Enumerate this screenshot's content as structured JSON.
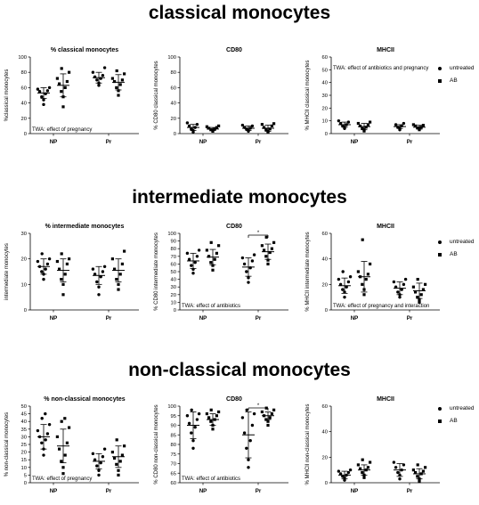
{
  "sections": [
    {
      "title": "classical monocytes"
    },
    {
      "title": "intermediate monocytes"
    },
    {
      "title": "non-classical monocytes"
    }
  ],
  "legend": {
    "items": [
      {
        "label": "untreated",
        "marker": "circle"
      },
      {
        "label": "AB",
        "marker": "square"
      }
    ]
  },
  "chart_data": [
    {
      "type": "scatter",
      "title": "% classical monocytes",
      "ylabel": "%classical monocytes",
      "xlabel": "",
      "ylim": [
        0,
        100
      ],
      "yticks": [
        0,
        20,
        40,
        60,
        80,
        100
      ],
      "groups": [
        "NP",
        "Pr"
      ],
      "series": [
        {
          "name": "untreated",
          "marker": "circle",
          "points": [
            {
              "group": "NP",
              "values": [
                38,
                44,
                48,
                52,
                55,
                56,
                58,
                60
              ],
              "mean": 53,
              "sd": 7
            },
            {
              "group": "Pr",
              "values": [
                63,
                66,
                70,
                72,
                74,
                76,
                80,
                86
              ],
              "mean": 73,
              "sd": 7
            }
          ]
        },
        {
          "name": "AB",
          "marker": "square",
          "points": [
            {
              "group": "NP",
              "values": [
                35,
                48,
                55,
                60,
                65,
                68,
                72,
                80,
                85
              ],
              "mean": 63,
              "sd": 15
            },
            {
              "group": "Pr",
              "values": [
                50,
                56,
                60,
                64,
                68,
                70,
                72,
                78,
                82
              ],
              "mean": 67,
              "sd": 10
            }
          ]
        }
      ],
      "annotation": "TWA: effect of pregnancy",
      "significance": null
    },
    {
      "type": "scatter",
      "title": "CD80",
      "ylabel": "% CD80 classical monocytes",
      "xlabel": "",
      "ylim": [
        0,
        100
      ],
      "yticks": [
        0,
        20,
        40,
        60,
        80,
        100
      ],
      "groups": [
        "NP",
        "Pr"
      ],
      "series": [
        {
          "name": "untreated",
          "marker": "circle",
          "points": [
            {
              "group": "NP",
              "values": [
                2,
                4,
                6,
                8,
                10,
                12,
                14
              ],
              "mean": 8,
              "sd": 4
            },
            {
              "group": "Pr",
              "values": [
                3,
                4,
                6,
                7,
                8,
                10,
                11
              ],
              "mean": 7,
              "sd": 3
            }
          ]
        },
        {
          "name": "AB",
          "marker": "square",
          "points": [
            {
              "group": "NP",
              "values": [
                3,
                4,
                5,
                6,
                7,
                8,
                9,
                10
              ],
              "mean": 6,
              "sd": 2
            },
            {
              "group": "Pr",
              "values": [
                2,
                3,
                5,
                6,
                8,
                10,
                12,
                13
              ],
              "mean": 7,
              "sd": 4
            }
          ]
        }
      ],
      "annotation": "",
      "significance": null
    },
    {
      "type": "scatter",
      "title": "MHCII",
      "ylabel": "% MHCII classical monocytes",
      "xlabel": "",
      "ylim": [
        0,
        60
      ],
      "yticks": [
        0,
        10,
        20,
        30,
        40,
        50,
        60
      ],
      "groups": [
        "NP",
        "Pr"
      ],
      "series": [
        {
          "name": "untreated",
          "marker": "circle",
          "points": [
            {
              "group": "NP",
              "values": [
                4,
                5,
                6,
                7,
                8,
                9,
                10
              ],
              "mean": 7,
              "sd": 2
            },
            {
              "group": "Pr",
              "values": [
                3,
                4,
                5,
                6,
                7,
                8
              ],
              "mean": 5.5,
              "sd": 1.5
            }
          ]
        },
        {
          "name": "AB",
          "marker": "square",
          "points": [
            {
              "group": "NP",
              "values": [
                2,
                3,
                4,
                5,
                6,
                7,
                8,
                9
              ],
              "mean": 5.5,
              "sd": 2.5
            },
            {
              "group": "Pr",
              "values": [
                3,
                4,
                4.5,
                5,
                6,
                6.5,
                7
              ],
              "mean": 5,
              "sd": 1.5
            }
          ]
        }
      ],
      "annotation": "TWA: effect of antibiotics and pregnancy",
      "significance": null
    },
    {
      "type": "scatter",
      "title": "% intermediate monocytes",
      "ylabel": "intermediate monocytes",
      "xlabel": "",
      "ylim": [
        0,
        30
      ],
      "yticks": [
        0,
        10,
        20,
        30
      ],
      "groups": [
        "NP",
        "Pr"
      ],
      "series": [
        {
          "name": "untreated",
          "marker": "circle",
          "points": [
            {
              "group": "NP",
              "values": [
                12,
                14,
                15,
                16,
                17,
                18,
                19,
                20,
                22
              ],
              "mean": 17,
              "sd": 3
            },
            {
              "group": "Pr",
              "values": [
                6,
                9,
                11,
                13,
                14,
                15,
                16,
                17
              ],
              "mean": 13.5,
              "sd": 3.5
            }
          ]
        },
        {
          "name": "AB",
          "marker": "square",
          "points": [
            {
              "group": "NP",
              "values": [
                6,
                10,
                12,
                14,
                16,
                18,
                19,
                20,
                22
              ],
              "mean": 15.5,
              "sd": 4.5
            },
            {
              "group": "Pr",
              "values": [
                8,
                10,
                12,
                14,
                16,
                18,
                20,
                23
              ],
              "mean": 15.5,
              "sd": 4.5
            }
          ]
        }
      ],
      "annotation": "",
      "significance": null
    },
    {
      "type": "scatter",
      "title": "CD80",
      "ylabel": "% CD80 intermediate monocytes",
      "xlabel": "",
      "ylim": [
        0,
        100
      ],
      "yticks": [
        0,
        10,
        20,
        30,
        40,
        50,
        60,
        70,
        80,
        90,
        100
      ],
      "groups": [
        "NP",
        "Pr"
      ],
      "series": [
        {
          "name": "untreated",
          "marker": "circle",
          "points": [
            {
              "group": "NP",
              "values": [
                48,
                53,
                58,
                62,
                66,
                70,
                74,
                78
              ],
              "mean": 64,
              "sd": 10
            },
            {
              "group": "Pr",
              "values": [
                36,
                42,
                50,
                55,
                60,
                64,
                68,
                72
              ],
              "mean": 56,
              "sd": 12
            }
          ]
        },
        {
          "name": "AB",
          "marker": "square",
          "points": [
            {
              "group": "NP",
              "values": [
                52,
                58,
                62,
                66,
                70,
                74,
                78,
                84,
                88
              ],
              "mean": 69,
              "sd": 10
            },
            {
              "group": "Pr",
              "values": [
                60,
                65,
                70,
                75,
                78,
                80,
                84,
                88,
                95
              ],
              "mean": 76,
              "sd": 10
            }
          ]
        }
      ],
      "annotation": "TWA: effect of antibiotics",
      "significance": "*"
    },
    {
      "type": "scatter",
      "title": "MHCII",
      "ylabel": "% MHCII intermediate monocytes",
      "xlabel": "",
      "ylim": [
        0,
        60
      ],
      "yticks": [
        0,
        20,
        40,
        60
      ],
      "groups": [
        "NP",
        "Pr"
      ],
      "series": [
        {
          "name": "untreated",
          "marker": "circle",
          "points": [
            {
              "group": "NP",
              "values": [
                10,
                14,
                16,
                18,
                20,
                22,
                24,
                26,
                30
              ],
              "mean": 19,
              "sd": 6
            },
            {
              "group": "Pr",
              "values": [
                10,
                12,
                14,
                16,
                18,
                20,
                22,
                24
              ],
              "mean": 17,
              "sd": 5
            }
          ]
        },
        {
          "name": "AB",
          "marker": "square",
          "points": [
            {
              "group": "NP",
              "values": [
                12,
                16,
                20,
                24,
                26,
                28,
                30,
                36,
                55
              ],
              "mean": 26,
              "sd": 12
            },
            {
              "group": "Pr",
              "values": [
                6,
                8,
                10,
                12,
                14,
                16,
                18,
                20,
                24
              ],
              "mean": 15,
              "sd": 6
            }
          ]
        }
      ],
      "annotation": "TWA: effect of pregnancy and interaction",
      "significance": null
    },
    {
      "type": "scatter",
      "title": "% non-classical monocytes",
      "ylabel": "% non-classical monocytes",
      "xlabel": "",
      "ylim": [
        0,
        50
      ],
      "yticks": [
        0,
        5,
        10,
        15,
        20,
        25,
        30,
        35,
        40,
        45,
        50
      ],
      "groups": [
        "NP",
        "Pr"
      ],
      "series": [
        {
          "name": "untreated",
          "marker": "circle",
          "points": [
            {
              "group": "NP",
              "values": [
                18,
                22,
                26,
                28,
                30,
                32,
                34,
                38,
                42,
                45
              ],
              "mean": 30,
              "sd": 8
            },
            {
              "group": "Pr",
              "values": [
                5,
                8,
                11,
                13,
                15,
                17,
                19,
                22
              ],
              "mean": 14,
              "sd": 5
            }
          ]
        },
        {
          "name": "AB",
          "marker": "square",
          "points": [
            {
              "group": "NP",
              "values": [
                6,
                10,
                14,
                18,
                22,
                26,
                30,
                36,
                40,
                42
              ],
              "mean": 24,
              "sd": 11
            },
            {
              "group": "Pr",
              "values": [
                5,
                8,
                12,
                14,
                16,
                18,
                20,
                24,
                28
              ],
              "mean": 17,
              "sd": 7
            }
          ]
        }
      ],
      "annotation": "TWA: effect of pregnancy",
      "significance": null
    },
    {
      "type": "scatter",
      "title": "CD80",
      "ylabel": "% CD80 non-classical monocytes",
      "xlabel": "",
      "ylim": [
        60,
        100
      ],
      "yticks": [
        60,
        65,
        70,
        75,
        80,
        85,
        90,
        95,
        100
      ],
      "groups": [
        "NP",
        "Pr"
      ],
      "series": [
        {
          "name": "untreated",
          "marker": "circle",
          "points": [
            {
              "group": "NP",
              "values": [
                78,
                82,
                86,
                89,
                91,
                93,
                95,
                96,
                98
              ],
              "mean": 90,
              "sd": 7
            },
            {
              "group": "Pr",
              "values": [
                68,
                72,
                78,
                82,
                86,
                90,
                94,
                96,
                98
              ],
              "mean": 85,
              "sd": 12
            }
          ]
        },
        {
          "name": "AB",
          "marker": "square",
          "points": [
            {
              "group": "NP",
              "values": [
                88,
                90,
                92,
                93,
                94,
                95,
                96,
                97,
                98
              ],
              "mean": 93,
              "sd": 3
            },
            {
              "group": "Pr",
              "values": [
                90,
                92,
                93,
                94,
                95,
                96,
                97,
                98,
                99
              ],
              "mean": 95,
              "sd": 2
            }
          ]
        }
      ],
      "annotation": "TWA: effect of antibiotics",
      "significance": "*"
    },
    {
      "type": "scatter",
      "title": "MHCII",
      "ylabel": "% MHCII non-classical monocytes",
      "xlabel": "",
      "ylim": [
        0,
        60
      ],
      "yticks": [
        0,
        20,
        40,
        60
      ],
      "groups": [
        "NP",
        "Pr"
      ],
      "series": [
        {
          "name": "untreated",
          "marker": "circle",
          "points": [
            {
              "group": "NP",
              "values": [
                2,
                4,
                5,
                6,
                7,
                8,
                9,
                10
              ],
              "mean": 6,
              "sd": 3
            },
            {
              "group": "Pr",
              "values": [
                3,
                6,
                8,
                10,
                12,
                14,
                16
              ],
              "mean": 10,
              "sd": 5
            }
          ]
        },
        {
          "name": "AB",
          "marker": "square",
          "points": [
            {
              "group": "NP",
              "values": [
                4,
                6,
                8,
                10,
                11,
                12,
                14,
                16,
                18
              ],
              "mean": 10,
              "sd": 4
            },
            {
              "group": "Pr",
              "values": [
                1,
                3,
                5,
                7,
                8,
                9,
                10,
                12,
                14
              ],
              "mean": 7,
              "sd": 4
            }
          ]
        }
      ],
      "annotation": "",
      "significance": null
    }
  ]
}
